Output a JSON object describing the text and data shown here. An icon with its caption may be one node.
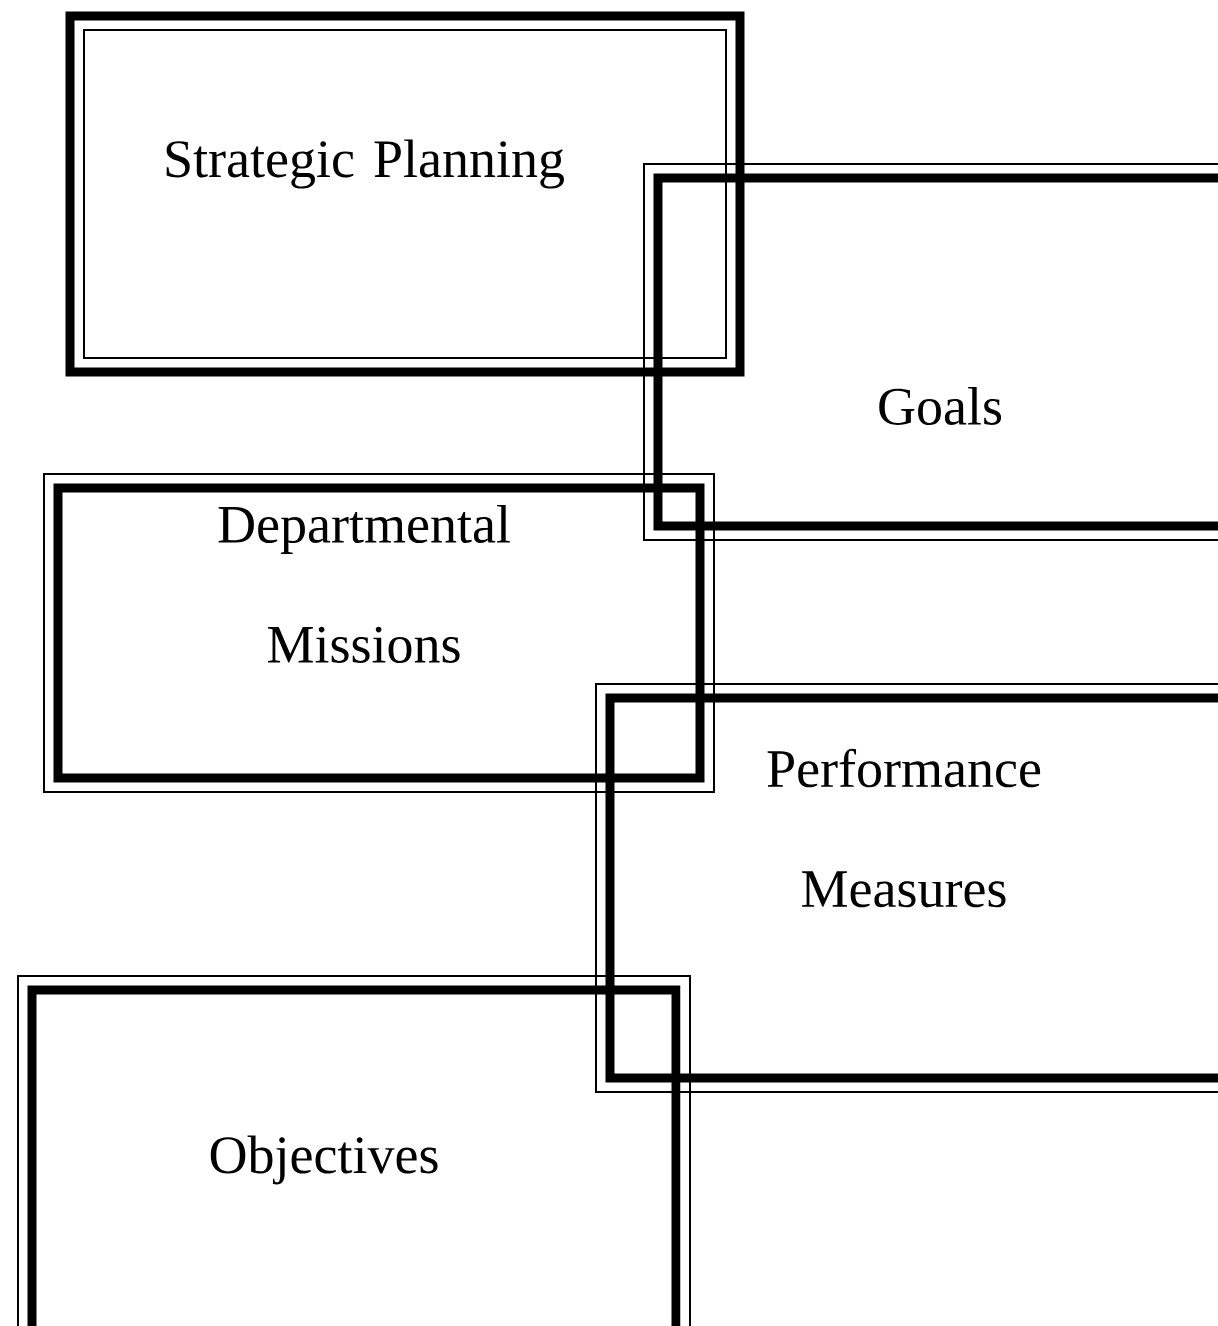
{
  "diagram": {
    "nodes": [
      {
        "text": [
          "Strategic Planning"
        ]
      },
      {
        "text": [
          "Goals"
        ]
      },
      {
        "text": [
          "Departmental Missions"
        ]
      },
      {
        "text": [
          "Performance Measures"
        ]
      },
      {
        "text": [
          "Objectives"
        ]
      }
    ]
  }
}
